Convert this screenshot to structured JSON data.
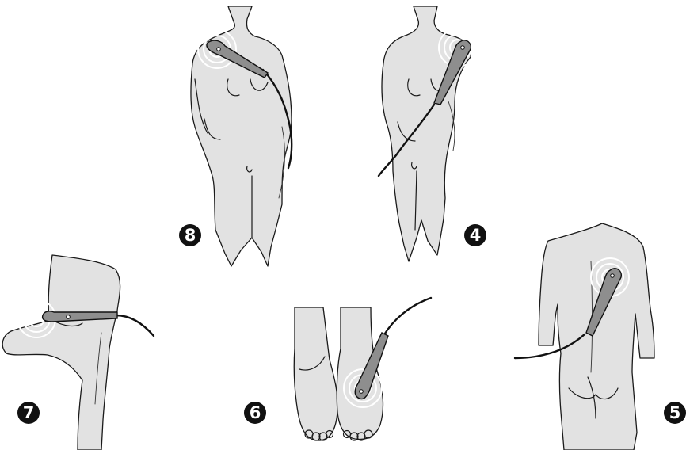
{
  "illustrations": [
    {
      "id": "front-right-shoulder",
      "number": "8"
    },
    {
      "id": "front-left-shoulder",
      "number": "4"
    },
    {
      "id": "back-upper",
      "number": "5"
    },
    {
      "id": "feet-sole",
      "number": "6"
    },
    {
      "id": "side-thigh",
      "number": "7"
    }
  ],
  "colors": {
    "skin": "#e2e2e2",
    "outline": "#1a1a1a",
    "probe": "#8e8e8e",
    "badge": "#111111",
    "ripple": "#ffffff"
  },
  "icons": [
    "massage-probe-icon",
    "vibration-ripple-icon",
    "number-badge-icon"
  ]
}
